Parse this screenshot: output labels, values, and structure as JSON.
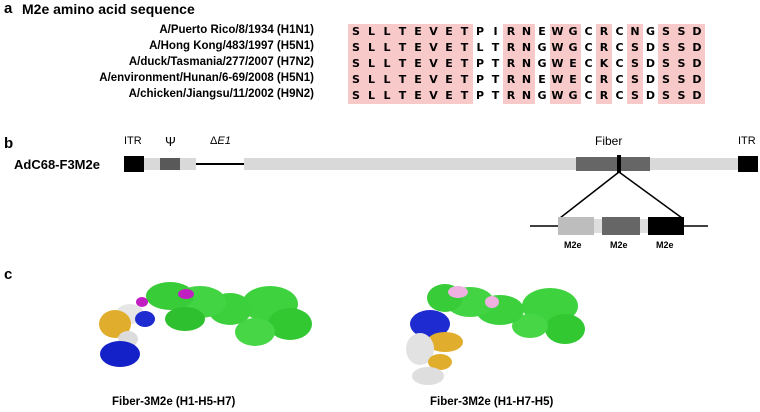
{
  "panels": {
    "a": {
      "label": "a",
      "title": "M2e amino acid sequence",
      "strains": [
        "A/Puerto Rico/8/1934 (H1N1)",
        "A/Hong Kong/483/1997 (H5N1)",
        "A/duck/Tasmania/277/2007 (H7N2)",
        "A/environment/Hunan/6-69/2008 (H5N1)",
        "A/chicken/Jiangsu/11/2002 (H9N2)"
      ],
      "sequences": [
        "SLLTEVETPIRNEWGCRCNGSSD",
        "SLLTEVETLTRNGWGCRCSDSSD",
        "SLLTEVETPTRNGWECKCSDSSD",
        "SLLTEVETPTRNEWECRCSDSSD",
        "SLLTEVETPTRNGWGCRCSDSSD"
      ],
      "conserved_positions": [
        1,
        2,
        3,
        4,
        5,
        6,
        7,
        8,
        11,
        12,
        14,
        15,
        17,
        19,
        21,
        22,
        23
      ],
      "highlight_color": "#f7c9c9"
    },
    "b": {
      "label": "b",
      "construct_name": "AdC68-F3M2e",
      "itr_left": "ITR",
      "psi": "Ψ",
      "delta_prefix": "Δ",
      "delta_gene": "E1",
      "fiber_label": "Fiber",
      "itr_right": "ITR",
      "inset_labels": [
        "M2e",
        "M2e",
        "M2e"
      ]
    },
    "c": {
      "label": "c",
      "caption_left": "Fiber-3M2e (H1-H5-H7)",
      "caption_right": "Fiber-3M2e (H1-H7-H5)"
    }
  }
}
